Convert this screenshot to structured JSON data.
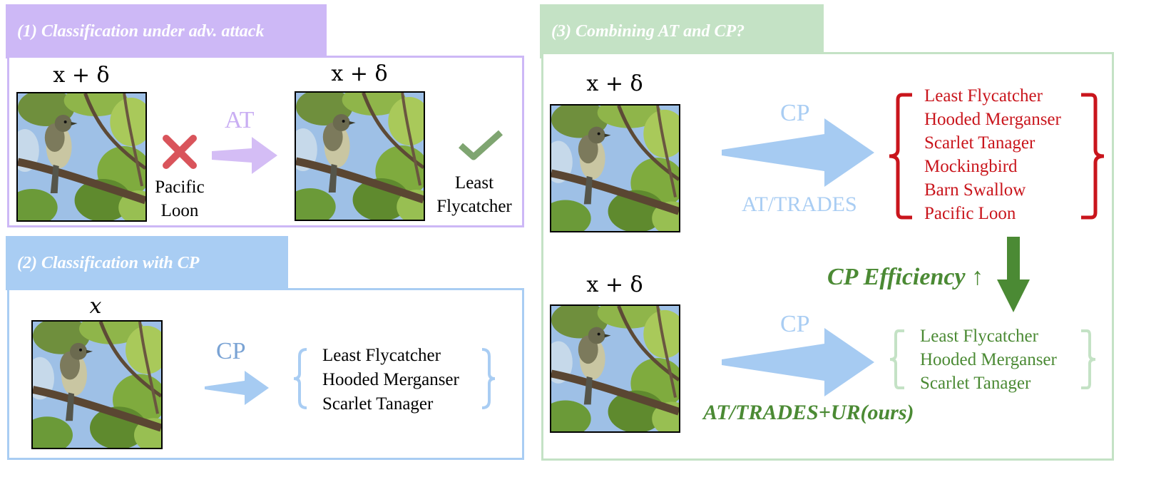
{
  "colors": {
    "purple": "#cdb8f6",
    "purple_arrow": "#d4bdf5",
    "purple_text": "#c9aef3",
    "blue": "#a9cdf3",
    "blue_arrow": "#a6cbf2",
    "blue_text": "#7aa3d4",
    "green": "#c4e2c5",
    "green_dark": "#4b8a34",
    "green_light_text": "#bfe0c0",
    "red": "#c9151c",
    "cross_red": "#d9545b",
    "check_green": "#7fa571"
  },
  "icons": [
    "cross-icon",
    "check-icon",
    "arrow-right-icon",
    "arrow-down-icon",
    "bird-image"
  ],
  "panel1": {
    "title": "(1) Classification under adv. attack",
    "left_label": "x + δ",
    "right_label": "x + δ",
    "arrow_label": "AT",
    "wrong_pred": [
      "Pacific",
      "Loon"
    ],
    "right_pred": [
      "Least",
      "Flycatcher"
    ]
  },
  "panel2": {
    "title": "(2) Classification with CP",
    "img_label": "x",
    "arrow_label": "CP",
    "set": [
      "Least Flycatcher",
      "Hooded Merganser",
      "Scarlet Tanager"
    ]
  },
  "panel3": {
    "title": "(3) Combining AT and CP?",
    "top_img_label": "x + δ",
    "bottom_img_label": "x + δ",
    "top_arrow_label": "CP",
    "top_method": "AT/TRADES",
    "top_set": [
      "Least Flycatcher",
      "Hooded Merganser",
      "Scarlet Tanager",
      "Mockingbird",
      "Barn Swallow",
      "Pacific Loon"
    ],
    "efficiency": "CP Efficiency ↑",
    "bottom_arrow_label": "CP",
    "bottom_method": "AT/TRADES+UR(ours)",
    "bottom_set": [
      "Least Flycatcher",
      "Hooded Merganser",
      "Scarlet Tanager"
    ]
  }
}
